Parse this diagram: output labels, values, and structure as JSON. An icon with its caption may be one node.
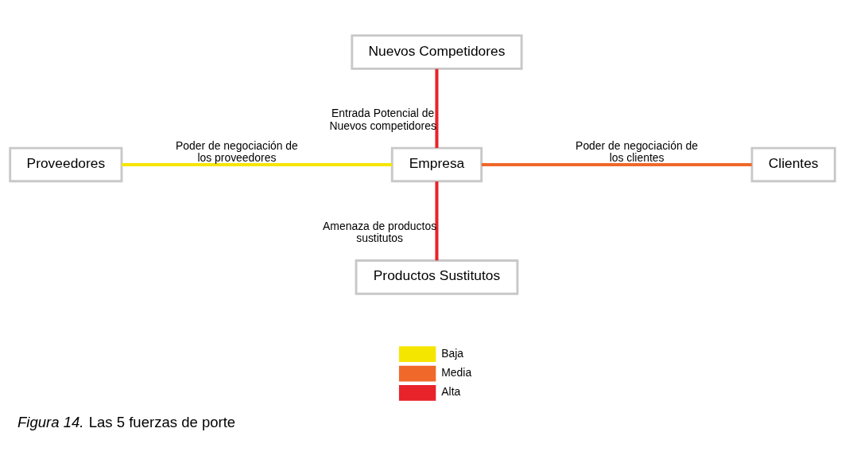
{
  "diagram": {
    "caption": "*Figura 14.* Las 5 fuerzas de porte",
    "nodes": [
      {
        "text": [
          "Nuevos Competidores"
        ]
      },
      {
        "text": [
          "Proveedores"
        ]
      },
      {
        "text": [
          "Empresa"
        ]
      },
      {
        "text": [
          "Clientes"
        ]
      },
      {
        "text": [
          "Productos Sustitutos"
        ]
      }
    ],
    "edges": [
      {
        "from": 0,
        "to": 2,
        "arrow": "none",
        "color": "#e8232a",
        "label": "Entrada Potencial de Nuevos competidores"
      },
      {
        "from": 1,
        "to": 2,
        "arrow": "none",
        "color": "#f5e600",
        "label": "Poder de negociación de los proveedores"
      },
      {
        "from": 2,
        "to": 3,
        "arrow": "none",
        "color": "#f0682a",
        "label": "Poder de negociación de los clientes"
      },
      {
        "from": 2,
        "to": 4,
        "arrow": "none",
        "color": "#e8232a",
        "label": "Amenaza de productos sustitutos"
      }
    ],
    "legend": [
      {
        "text": "Baja",
        "color": "#f5e600"
      },
      {
        "text": "Media",
        "color": "#f0682a"
      },
      {
        "text": "Alta",
        "color": "#e8232a"
      }
    ]
  }
}
